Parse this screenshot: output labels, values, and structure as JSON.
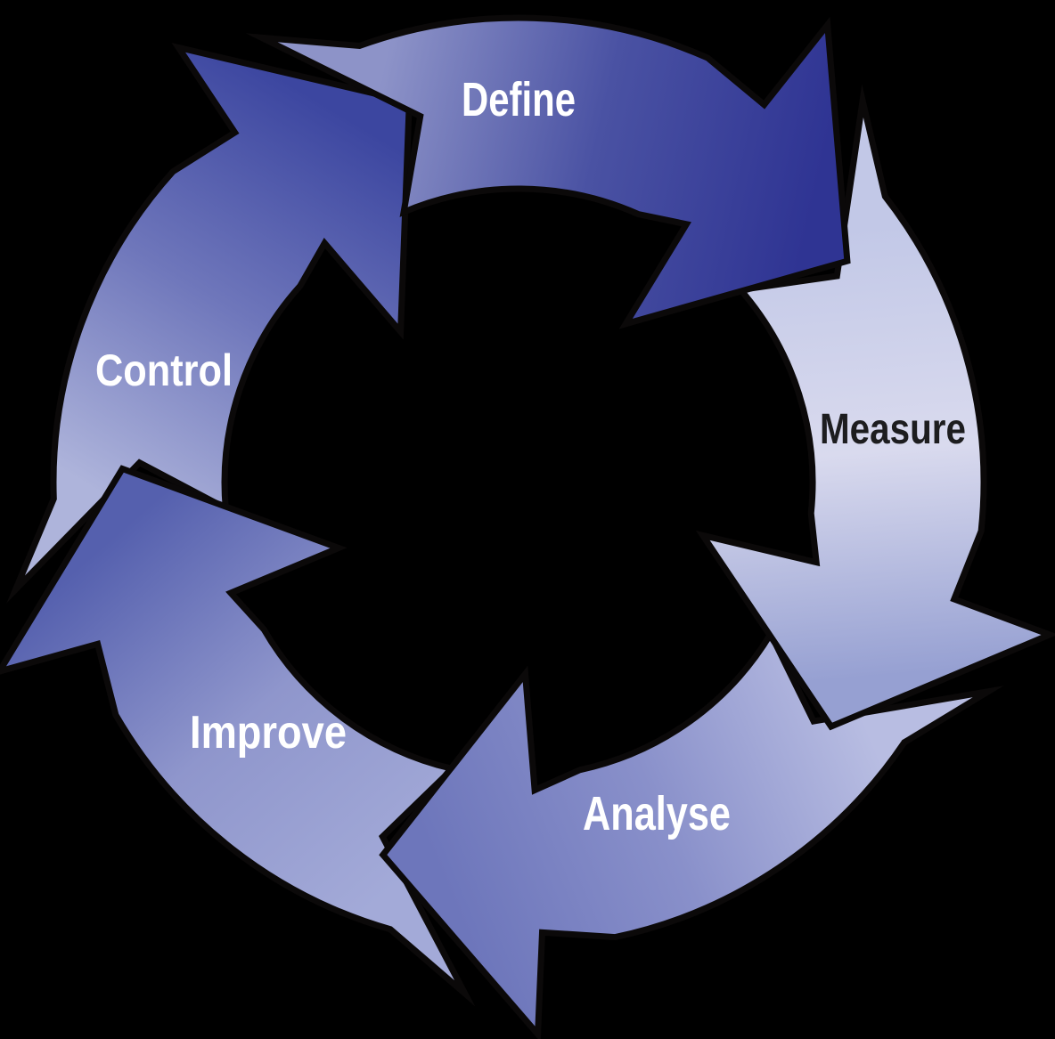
{
  "diagram": {
    "type": "cycle",
    "direction": "clockwise",
    "background": "#000000",
    "arrow_outline_color": "#0b0909",
    "steps": [
      {
        "label": "Define",
        "text_color": "#ffffff",
        "colors": [
          "#8d93c8",
          "#4a52a3",
          "#2f3493"
        ]
      },
      {
        "label": "Measure",
        "text_color": "#1d1d1f",
        "colors": [
          "#c2c8e7",
          "#d9daee",
          "#96a0d2"
        ]
      },
      {
        "label": "Analyse",
        "text_color": "#ffffff",
        "colors": [
          "#b8bde2",
          "#8990ca",
          "#6d76bb"
        ]
      },
      {
        "label": "Improve",
        "text_color": "#ffffff",
        "colors": [
          "#a3aad8",
          "#8f96cc",
          "#5560ae"
        ]
      },
      {
        "label": "Control",
        "text_color": "#ffffff",
        "colors": [
          "#aeb4db",
          "#6f77bb",
          "#3c46a0"
        ]
      }
    ]
  }
}
